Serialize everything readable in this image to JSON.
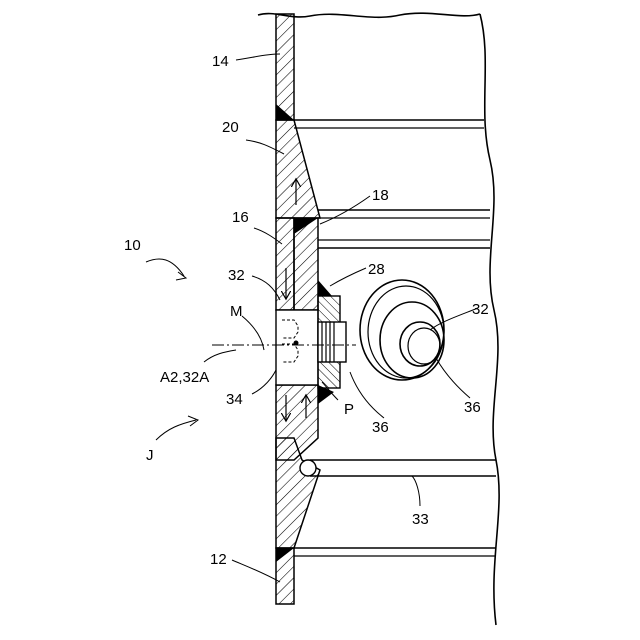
{
  "figure": {
    "labels": {
      "l14": "14",
      "l20": "20",
      "l18": "18",
      "l16": "16",
      "l10": "10",
      "l28": "28",
      "l32a": "32",
      "l32b": "32",
      "lM": "M",
      "lA2": "A2,32A",
      "l34": "34",
      "lP": "P",
      "l36a": "36",
      "l36b": "36",
      "lJ": "J",
      "l33": "33",
      "l12": "12"
    }
  }
}
